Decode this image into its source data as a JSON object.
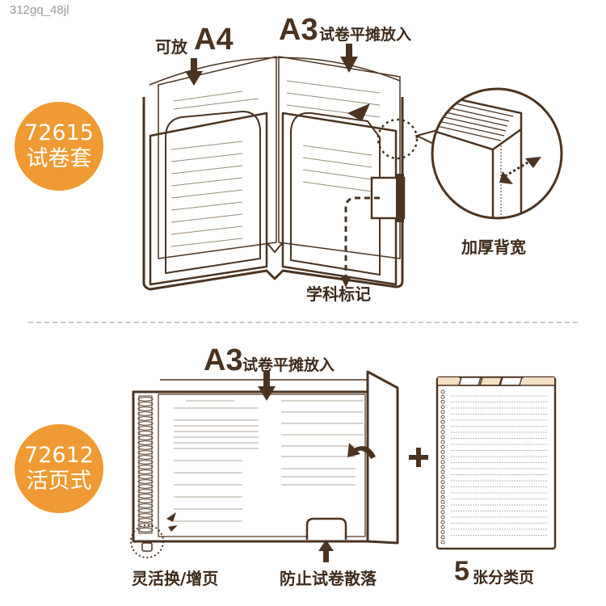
{
  "watermark": "312gq_48jl",
  "colors": {
    "brand_orange": "#ef9a33",
    "outline_brown": "#4a3320",
    "tab_beige": "#f3dfc2"
  },
  "product_top": {
    "badge": {
      "code": "72615",
      "name": "试卷套"
    },
    "callouts": {
      "a4_prefix": "可放",
      "a4_big": "A4",
      "a3_big": "A3",
      "a3_text": "试卷平摊放入",
      "spine": "加厚背宽",
      "subject_tab": "学科标记"
    },
    "icons": [
      "arrow-down-icon",
      "dotted-arrow-icon",
      "magnifier-circle-icon",
      "double-arrow-icon"
    ]
  },
  "product_bottom": {
    "badge": {
      "code": "72612",
      "name": "活页式"
    },
    "callouts": {
      "a3_big": "A3",
      "a3_text": "试卷平摊放入",
      "refill": "灵活换/增页",
      "no_scatter": "防止试卷散落",
      "divider_num": "5",
      "divider_text": "张分类页",
      "plus": "+"
    },
    "divider_tabs": 5
  }
}
